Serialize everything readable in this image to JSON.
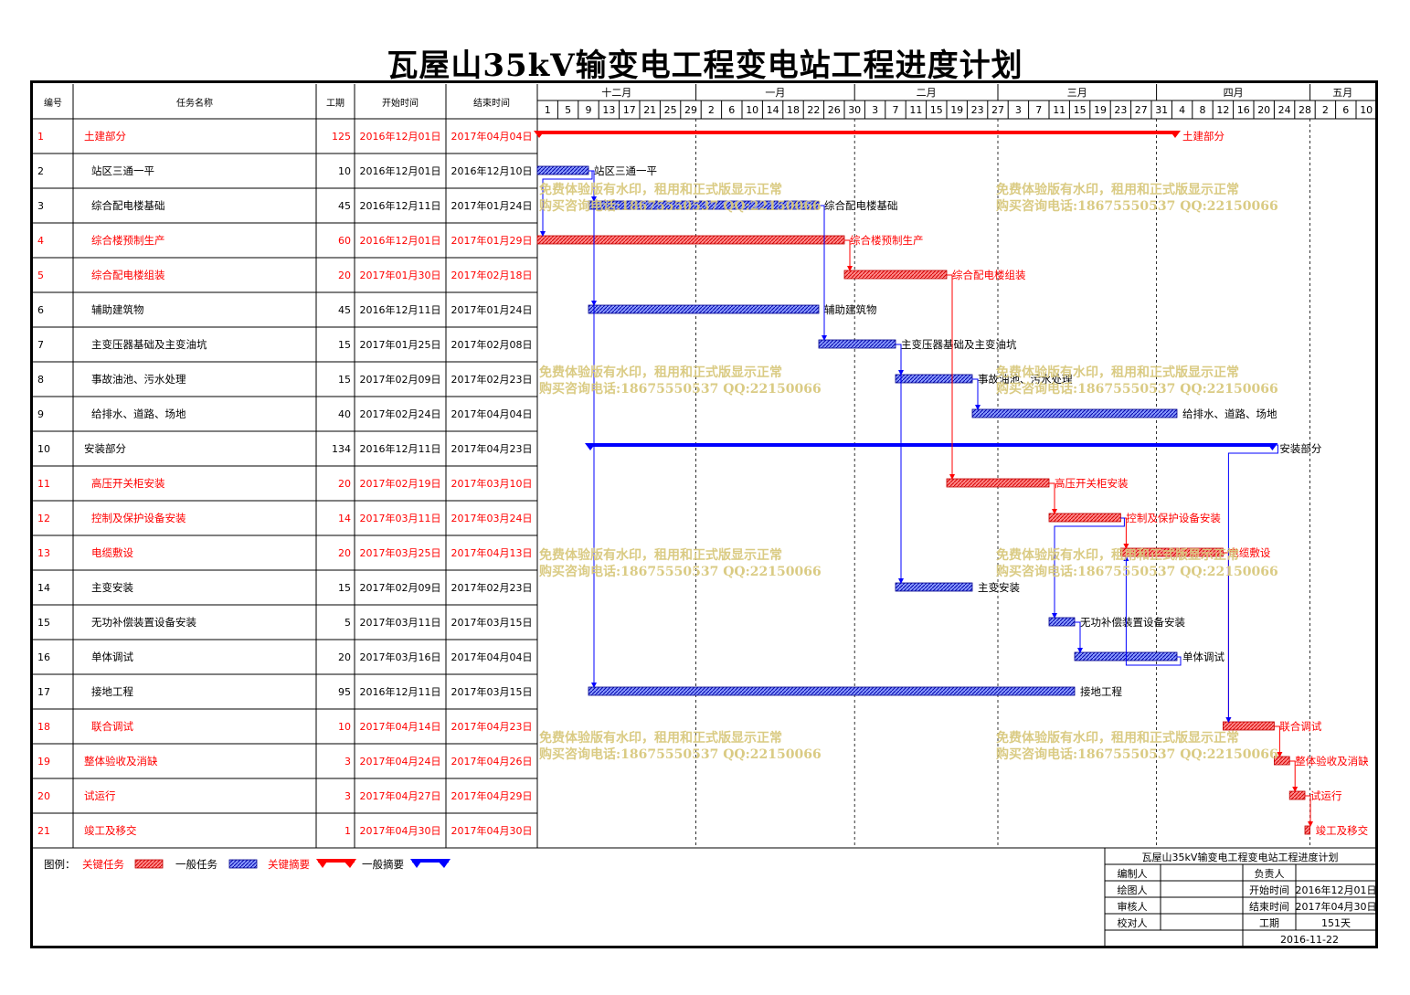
{
  "title": "瓦屋山35kV输变电工程变电站工程进度计划",
  "columns": {
    "id": "编号",
    "name": "任务名称",
    "duration": "工期",
    "start": "开始时间",
    "end": "结束时间"
  },
  "months": [
    "十二月",
    "一月",
    "二月",
    "三月",
    "四月",
    "五月"
  ],
  "ticks": [
    "1",
    "5",
    "9",
    "13",
    "17",
    "21",
    "25",
    "29",
    "2",
    "6",
    "10",
    "14",
    "18",
    "22",
    "26",
    "30",
    "3",
    "7",
    "11",
    "15",
    "19",
    "23",
    "27",
    "3",
    "7",
    "11",
    "15",
    "19",
    "23",
    "27",
    "31",
    "4",
    "8",
    "12",
    "16",
    "20",
    "24",
    "28",
    "2",
    "6",
    "10"
  ],
  "colors": {
    "critical": "#ff0000",
    "normal": "#0000ff",
    "critical_text": "#ff0000",
    "watermark": "#d9c97e"
  },
  "tasks": [
    {
      "id": "1",
      "name": "土建部分",
      "duration": "125",
      "start": "2016年12月01日",
      "end": "2017年04月04日",
      "critical": true,
      "summary": true,
      "indent": 0
    },
    {
      "id": "2",
      "name": "站区三通一平",
      "duration": "10",
      "start": "2016年12月01日",
      "end": "2016年12月10日",
      "critical": false,
      "summary": false,
      "indent": 1
    },
    {
      "id": "3",
      "name": "综合配电楼基础",
      "duration": "45",
      "start": "2016年12月11日",
      "end": "2017年01月24日",
      "critical": false,
      "summary": false,
      "indent": 1
    },
    {
      "id": "4",
      "name": "综合楼预制生产",
      "duration": "60",
      "start": "2016年12月01日",
      "end": "2017年01月29日",
      "critical": true,
      "summary": false,
      "indent": 1
    },
    {
      "id": "5",
      "name": "综合配电楼组装",
      "duration": "20",
      "start": "2017年01月30日",
      "end": "2017年02月18日",
      "critical": true,
      "summary": false,
      "indent": 1
    },
    {
      "id": "6",
      "name": "辅助建筑物",
      "duration": "45",
      "start": "2016年12月11日",
      "end": "2017年01月24日",
      "critical": false,
      "summary": false,
      "indent": 1
    },
    {
      "id": "7",
      "name": "主变压器基础及主变油坑",
      "duration": "15",
      "start": "2017年01月25日",
      "end": "2017年02月08日",
      "critical": false,
      "summary": false,
      "indent": 1
    },
    {
      "id": "8",
      "name": "事故油池、污水处理",
      "duration": "15",
      "start": "2017年02月09日",
      "end": "2017年02月23日",
      "critical": false,
      "summary": false,
      "indent": 1
    },
    {
      "id": "9",
      "name": "给排水、道路、场地",
      "duration": "40",
      "start": "2017年02月24日",
      "end": "2017年04月04日",
      "critical": false,
      "summary": false,
      "indent": 1
    },
    {
      "id": "10",
      "name": "安装部分",
      "duration": "134",
      "start": "2016年12月11日",
      "end": "2017年04月23日",
      "critical": false,
      "summary": true,
      "indent": 0
    },
    {
      "id": "11",
      "name": "高压开关柜安装",
      "duration": "20",
      "start": "2017年02月19日",
      "end": "2017年03月10日",
      "critical": true,
      "summary": false,
      "indent": 1
    },
    {
      "id": "12",
      "name": "控制及保护设备安装",
      "duration": "14",
      "start": "2017年03月11日",
      "end": "2017年03月24日",
      "critical": true,
      "summary": false,
      "indent": 1
    },
    {
      "id": "13",
      "name": "电缆敷设",
      "duration": "20",
      "start": "2017年03月25日",
      "end": "2017年04月13日",
      "critical": true,
      "summary": false,
      "indent": 1
    },
    {
      "id": "14",
      "name": "主变安装",
      "duration": "15",
      "start": "2017年02月09日",
      "end": "2017年02月23日",
      "critical": false,
      "summary": false,
      "indent": 1
    },
    {
      "id": "15",
      "name": "无功补偿装置设备安装",
      "duration": "5",
      "start": "2017年03月11日",
      "end": "2017年03月15日",
      "critical": false,
      "summary": false,
      "indent": 1
    },
    {
      "id": "16",
      "name": "单体调试",
      "duration": "20",
      "start": "2017年03月16日",
      "end": "2017年04月04日",
      "critical": false,
      "summary": false,
      "indent": 1
    },
    {
      "id": "17",
      "name": "接地工程",
      "duration": "95",
      "start": "2016年12月11日",
      "end": "2017年03月15日",
      "critical": false,
      "summary": false,
      "indent": 1
    },
    {
      "id": "18",
      "name": "联合调试",
      "duration": "10",
      "start": "2017年04月14日",
      "end": "2017年04月23日",
      "critical": true,
      "summary": false,
      "indent": 1
    },
    {
      "id": "19",
      "name": "整体验收及消缺",
      "duration": "3",
      "start": "2017年04月24日",
      "end": "2017年04月26日",
      "critical": true,
      "summary": false,
      "indent": 0
    },
    {
      "id": "20",
      "name": "试运行",
      "duration": "3",
      "start": "2017年04月27日",
      "end": "2017年04月29日",
      "critical": true,
      "summary": false,
      "indent": 0
    },
    {
      "id": "21",
      "name": "竣工及移交",
      "duration": "1",
      "start": "2017年04月30日",
      "end": "2017年04月30日",
      "critical": true,
      "summary": false,
      "indent": 0
    }
  ],
  "links": [
    [
      2,
      3
    ],
    [
      2,
      6
    ],
    [
      2,
      4
    ],
    [
      2,
      17
    ],
    [
      3,
      7
    ],
    [
      4,
      5
    ],
    [
      5,
      11
    ],
    [
      7,
      8
    ],
    [
      7,
      14
    ],
    [
      8,
      9
    ],
    [
      11,
      12
    ],
    [
      12,
      13
    ],
    [
      12,
      15
    ],
    [
      15,
      16
    ],
    [
      16,
      13
    ],
    [
      13,
      18
    ],
    [
      10,
      18
    ],
    [
      18,
      19
    ],
    [
      19,
      20
    ],
    [
      20,
      21
    ]
  ],
  "legend": {
    "label": "图例：",
    "critical_task": "关键任务",
    "normal_task": "一般任务",
    "critical_summary": "关键摘要",
    "normal_summary": "一般摘要"
  },
  "watermark": {
    "line1": "免费体验版有水印，租用和正式版显示正常",
    "line2": "购买咨询电话:18675550537 QQ:22150066"
  },
  "info": {
    "title": "瓦屋山35kV输变电工程变电站工程进度计划",
    "compiler_label": "编制人",
    "owner_label": "负责人",
    "drawer_label": "绘图人",
    "start_label": "开始时间",
    "start_value": "2016年12月01日",
    "reviewer_label": "审核人",
    "end_label": "结束时间",
    "end_value": "2017年04月30日",
    "checker_label": "校对人",
    "duration_label": "工期",
    "duration_value": "151天",
    "date": "2016-11-22"
  }
}
